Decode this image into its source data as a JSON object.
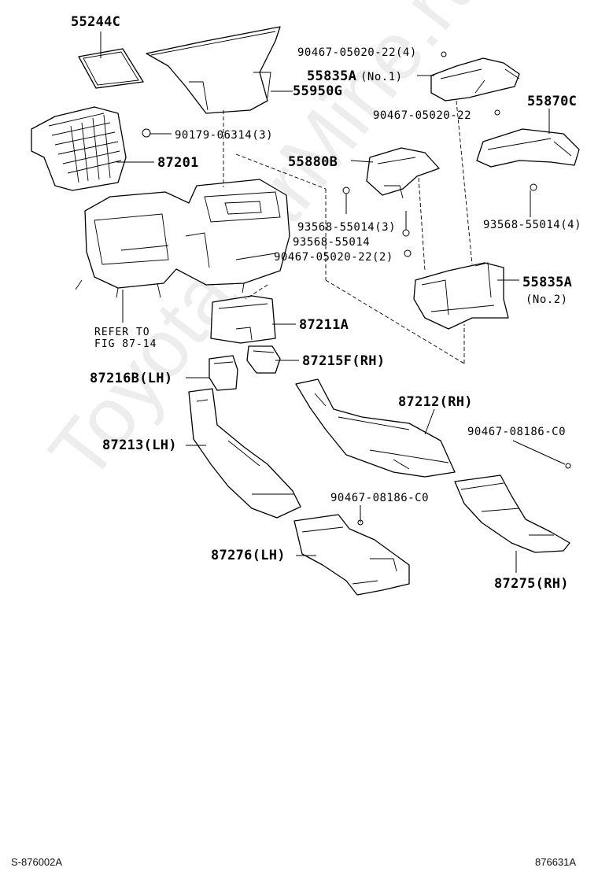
{
  "watermark": "ToyotaCarMine.ru",
  "labels": {
    "p55244C": "55244C",
    "p90467a": "90467-05020-22(4)",
    "p55835A1": "55835A",
    "p55835A1_note": "(No.1)",
    "p55950G": "55950G",
    "p55870C": "55870C",
    "p90467b": "90467-05020-22",
    "p90179": "90179-06314(3)",
    "p87201": "87201",
    "p55880B": "55880B",
    "p93568a": "93568-55014(3)",
    "p93568b": "93568-55014",
    "p93568c": "93568-55014(4)",
    "p90467c": "90467-05020-22(2)",
    "p55835A2": "55835A",
    "p55835A2_note": "(No.2)",
    "refer1": "REFER TO",
    "refer2": "FIG 87-14",
    "p87211A": "87211A",
    "p87215F": "87215F(RH)",
    "p87216B": "87216B(LH)",
    "p87212": "87212(RH)",
    "p87213": "87213(LH)",
    "p90467d": "90467-08186-C0",
    "p90467e": "90467-08186-C0",
    "p87276": "87276(LH)",
    "p87275": "87275(RH)"
  },
  "footer": {
    "left": "S-876002A",
    "right": "876631A"
  }
}
